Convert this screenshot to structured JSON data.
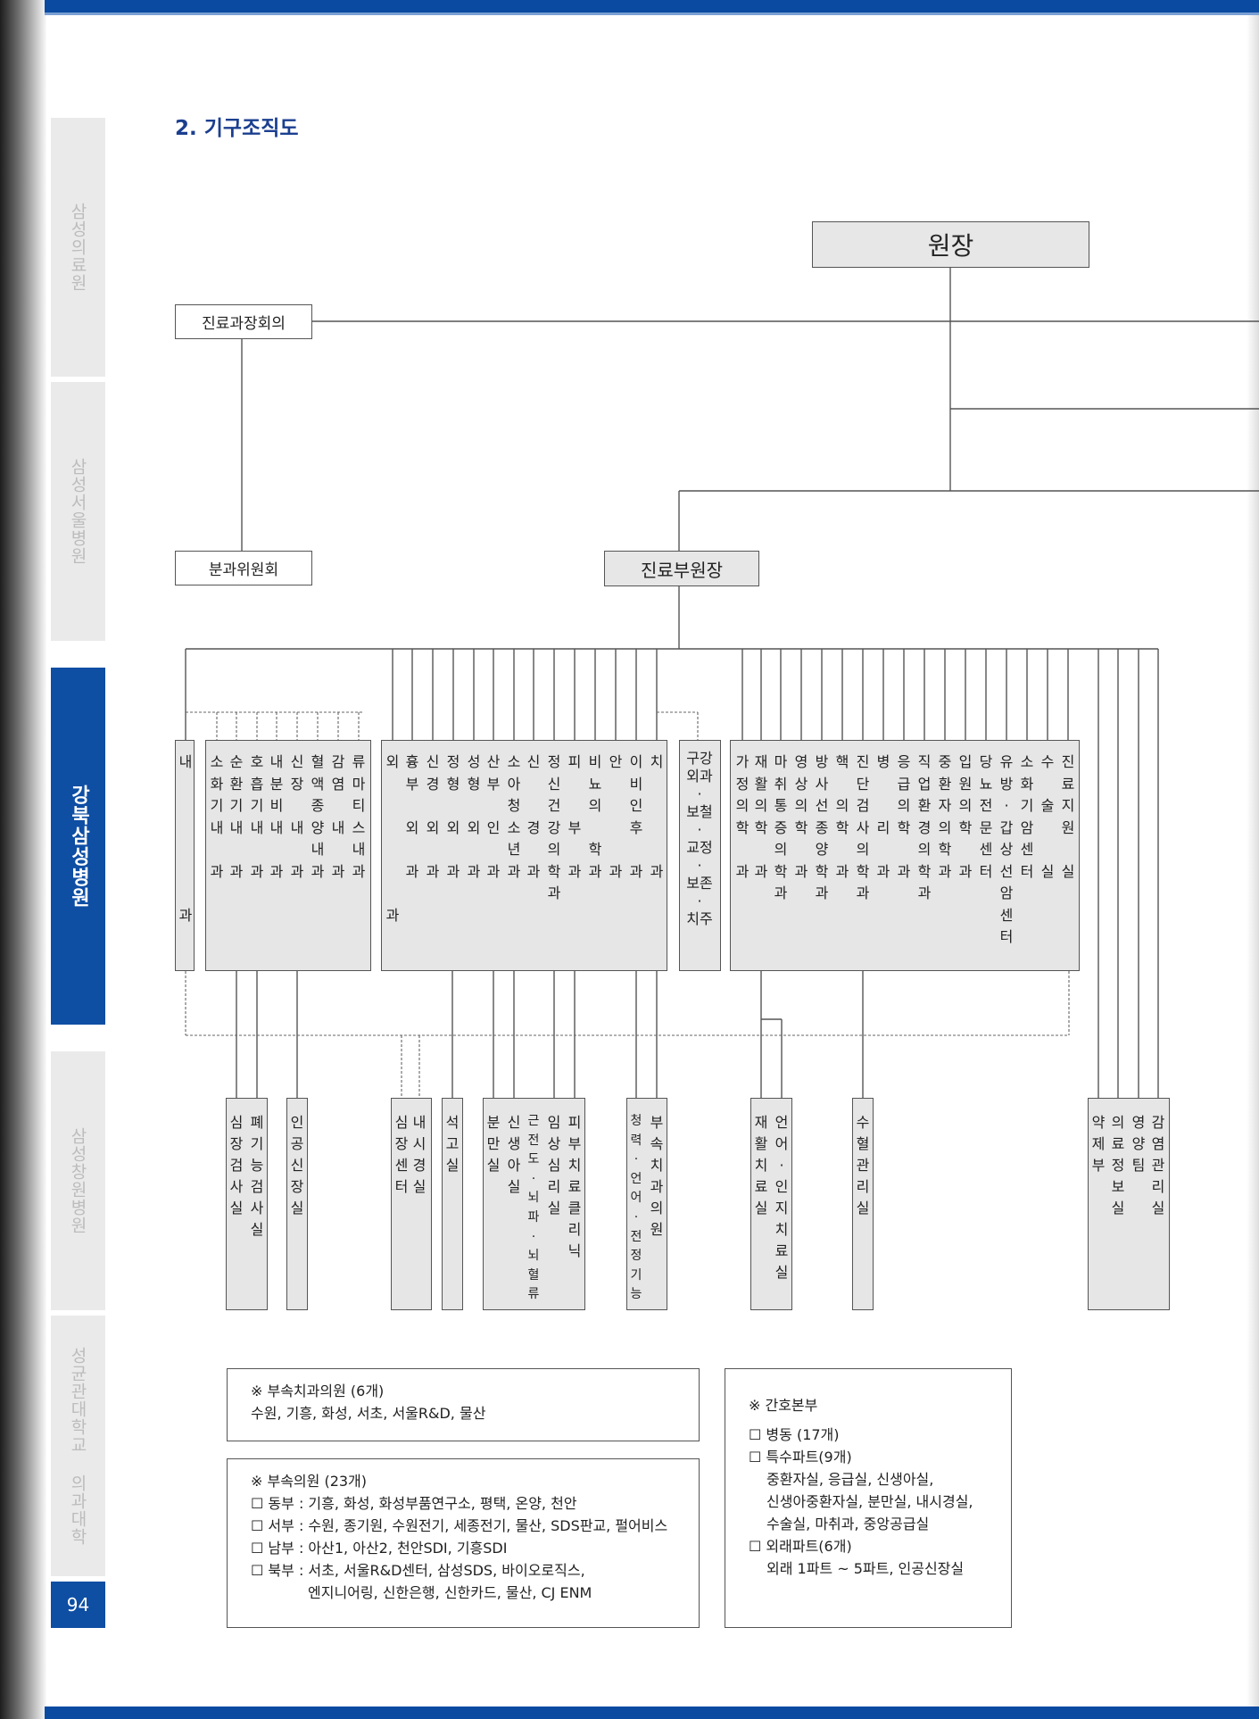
{
  "heading": "2. 기구조직도",
  "page_number": "94",
  "side_tabs": [
    "삼성의료원",
    "삼성서울병원",
    "강북삼성병원",
    "삼성창원병원",
    "성균관대학교 의과대학"
  ],
  "org": {
    "director": "원장",
    "committee1": "진료과장회의",
    "committee2": "분과위원회",
    "vice_director": "진료부원장"
  },
  "departments": [
    "내\n\n\n\n\n\n\n과",
    "소\n화\n기\n내\n\n과",
    "순\n환\n기\n내\n\n과",
    "호\n흡\n기\n내\n\n과",
    "내\n분\n비\n내\n\n과",
    "신\n장\n\n내\n\n과",
    "혈\n액\n종\n양\n내\n과",
    "감\n염\n\n내\n\n과",
    "류\n마\n티\n스\n내\n과",
    "외\n\n\n\n\n\n\n과",
    "흉\n부\n\n외\n\n과",
    "신\n경\n\n외\n\n과",
    "정\n형\n\n외\n\n과",
    "성\n형\n\n외\n\n과",
    "산\n부\n\n인\n\n과",
    "소\n아\n청\n소\n년\n과",
    "신\n\n\n경\n\n과",
    "정\n신\n건\n강\n의\n학\n과",
    "피\n\n\n부\n\n과",
    "비\n뇨\n의\n\n학\n과",
    "안\n\n\n\n\n과",
    "이\n비\n인\n후\n\n과",
    "치\n\n\n\n\n과",
    "구강\n외과\n·\n보철\n·\n교정\n·\n보존\n·\n치주",
    "가\n정\n의\n학\n\n과",
    "재\n활\n의\n학\n\n과",
    "마\n취\n통\n증\n의\n학\n과",
    "영\n상\n의\n학\n\n과",
    "방\n사\n선\n종\n양\n학\n과",
    "핵\n\n의\n학\n\n과",
    "진\n단\n검\n사\n의\n학\n과",
    "병\n\n\n리\n\n과",
    "응\n급\n의\n학\n\n과",
    "직\n업\n환\n경\n의\n학\n과",
    "중\n환\n자\n의\n학\n과",
    "입\n원\n의\n학\n\n과",
    "당\n뇨\n전\n문\n센\n터",
    "유\n방\n·\n갑\n상\n선\n암\n센\n터",
    "소\n화\n기\n암\n센\n터",
    "수\n\n술\n\n\n실",
    "진\n료\n지\n원\n\n실"
  ],
  "sub_units": [
    "심\n장\n검\n사\n실",
    "폐\n기\n능\n검\n사\n실",
    "인\n공\n신\n장\n실",
    "심\n장\n센\n터",
    "내\n시\n경\n실",
    "석\n고\n실",
    "분\n만\n실",
    "신\n생\n아\n실",
    "근\n전\n도\n·\n뇌\n파\n·\n뇌\n혈\n류",
    "임\n상\n심\n리\n실",
    "피\n부\n치\n료\n클\n리\n닉",
    "청\n력\n·\n언\n어\n·\n전\n정\n기\n능",
    "부\n속\n치\n과\n의\n원",
    "재\n활\n치\n료\n실",
    "언\n어\n·\n인\n지\n치\n료\n실",
    "수\n혈\n관\n리\n실",
    "약\n제\n부",
    "의\n료\n정\n보\n실",
    "영\n양\n팀",
    "감\n염\n관\n리\n실"
  ],
  "notes": {
    "dental_title": "※ 부속치과의원 (6개)",
    "dental_list": "수원, 기흥, 화성, 서초, 서울R&D, 물산",
    "clinic_title": "※ 부속의원 (23개)",
    "clinic_east": "☐ 동부 : 기흥, 화성, 화성부품연구소, 평택, 온양, 천안",
    "clinic_west": "☐ 서부 : 수원, 종기원, 수원전기, 세종전기, 물산, SDS판교, 펄어비스",
    "clinic_south": "☐ 남부 : 아산1, 아산2, 천안SDI, 기흥SDI",
    "clinic_north1": "☐ 북부 : 서초, 서울R&D센터, 삼성SDS, 바이오로직스,",
    "clinic_north2": "엔지니어링, 신한은행, 신한카드, 물산, CJ ENM",
    "nursing_title": "※ 간호본부",
    "nursing_ward": "☐ 병동 (17개)",
    "nursing_special": "☐ 특수파트(9개)",
    "nursing_special1": "중환자실, 응급실, 신생아실,",
    "nursing_special2": "신생아중환자실, 분만실, 내시경실,",
    "nursing_special3": "수술실, 마취과, 중앙공급실",
    "nursing_outpatient": "☐ 외래파트(6개)",
    "nursing_outpatient1": "외래 1파트 ~ 5파트, 인공신장실"
  },
  "colors": {
    "brand": "#0e4ea3",
    "heading": "#1b3f8f"
  }
}
